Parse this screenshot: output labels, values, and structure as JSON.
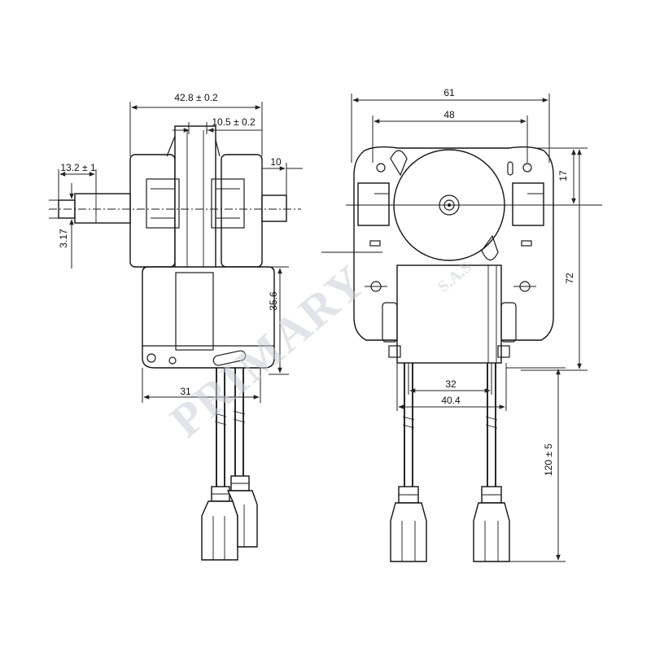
{
  "watermark": {
    "main": "PRIMARY",
    "sub": "S.A.S"
  },
  "side_view": {
    "dims": {
      "overall_width": "42.8 ± 0.2",
      "hub_width": "10.5 ± 0.2",
      "right_gap": "10",
      "shaft_length": "13.2 ± 1",
      "shaft_dia": "3.17",
      "housing_height": "35.6",
      "base_width": "31"
    }
  },
  "front_view": {
    "dims": {
      "overall_width": "61",
      "hole_spacing": "48",
      "top_offset": "17",
      "overall_height": "72",
      "terminal_spacing": "32",
      "base_width": "40.4",
      "lead_length": "120 ± 5"
    }
  }
}
